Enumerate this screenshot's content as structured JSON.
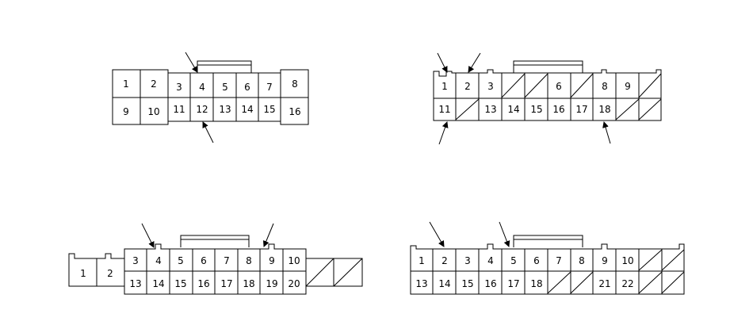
{
  "connectors": [
    {
      "id": "connector-a",
      "top_labels": [
        "1",
        "2",
        "3",
        "4",
        "5",
        "6",
        "7",
        "8"
      ],
      "bottom_labels": [
        "9",
        "10",
        "11",
        "12",
        "13",
        "14",
        "15",
        "16"
      ]
    },
    {
      "id": "connector-b",
      "top_labels": [
        "1",
        "2",
        "3",
        "",
        "",
        "6",
        "",
        "8",
        "9",
        ""
      ],
      "bottom_labels": [
        "11",
        "",
        "13",
        "14",
        "15",
        "16",
        "17",
        "18",
        "",
        ""
      ]
    },
    {
      "id": "connector-c",
      "side_labels": [
        "1",
        "2"
      ],
      "top_labels": [
        "3",
        "4",
        "5",
        "6",
        "7",
        "8",
        "9",
        "10"
      ],
      "bottom_labels": [
        "13",
        "14",
        "15",
        "16",
        "17",
        "18",
        "19",
        "20"
      ]
    },
    {
      "id": "connector-d",
      "top_labels": [
        "1",
        "2",
        "3",
        "4",
        "5",
        "6",
        "7",
        "8",
        "9",
        "10",
        "",
        ""
      ],
      "bottom_labels": [
        "13",
        "14",
        "15",
        "16",
        "17",
        "18",
        "",
        "",
        "21",
        "22",
        "",
        ""
      ]
    }
  ],
  "colors": {
    "line": "#000000",
    "background": "#ffffff"
  }
}
